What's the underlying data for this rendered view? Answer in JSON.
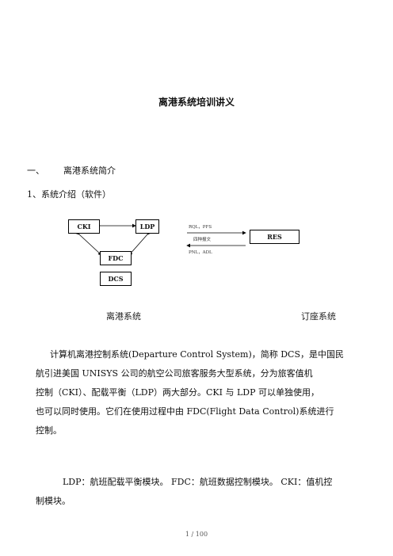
{
  "title": "离港系统培训讲义",
  "section": {
    "num": "一、",
    "label": "离港系统简介"
  },
  "subsection": "1、系统介绍（软件）",
  "diagram": {
    "boxes": {
      "cki": "CKI",
      "ldp": "LDP",
      "fdc": "FDC",
      "dcs": "DCS",
      "res": "RES"
    },
    "arrows": {
      "top": "RQL，PFS",
      "middle": "四种报文",
      "bottom": "PNL，ADL"
    }
  },
  "captions": {
    "left": "离港系统",
    "right": "订座系统"
  },
  "paragraph_lines": [
    "计算机离港控制系统(Departure Control System)，简称 DCS，是中国民",
    "航引进美国  UNISYS  公司的航空公司旅客服务大型系统，分为旅客值机",
    "控制（CKI）、配载平衡（LDP）两大部分。CKI 与 LDP 可以单独使用，",
    "也可以同时使用。它们在使用过程中由 FDC(Flight Data Control)系统进行",
    "控制。"
  ],
  "modules_line1": "LDP：航班配载平衡模块。     FDC：航班数据控制模块。     CKI：值机控",
  "modules_line2": "制模块。",
  "footer": "1  /  100"
}
